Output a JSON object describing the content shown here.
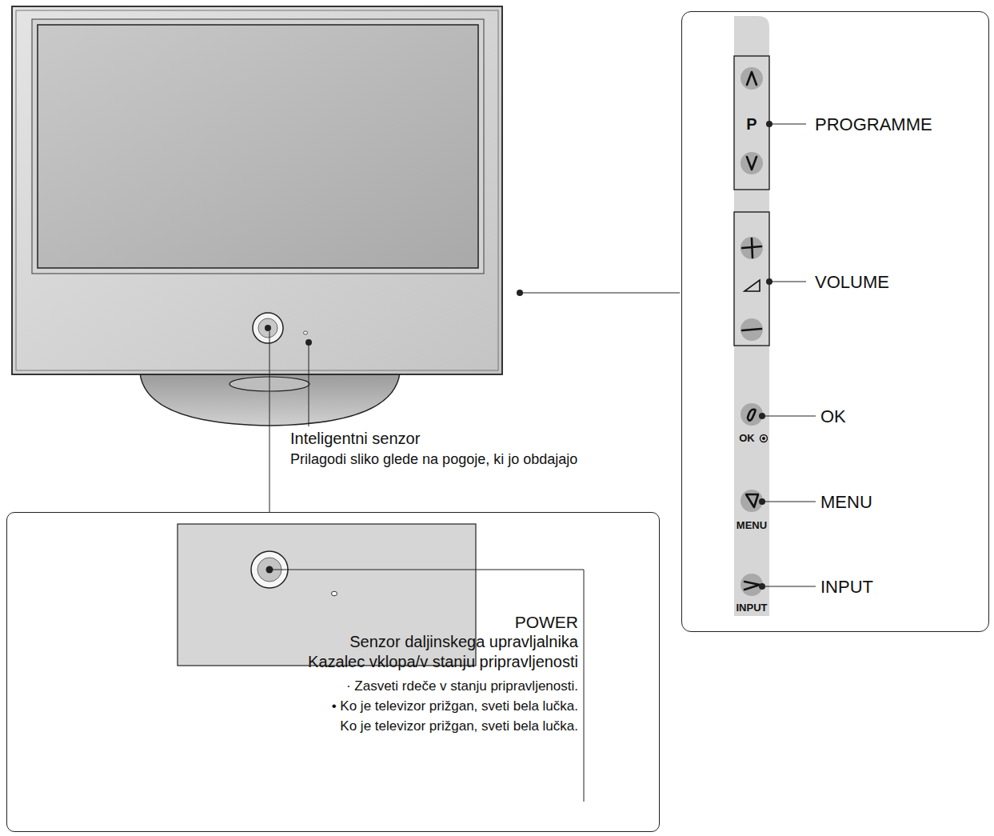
{
  "diagram": {
    "nodes": [
      {
        "text": [
          "PROGRAMME",
          "VOLUME",
          "OK",
          "MENU",
          "INPUT"
        ]
      },
      {
        "text": [
          "POWER",
          "Senzor daljinskega upravljalnika",
          "Kazalec vklopa/v stanju pripravljenosti",
          "· Zasveti rdeče v stanju pripravljenosti.",
          "• Ko je televizor prižgan, sveti bela lučka.",
          "Ko je televizor prižgan, sveti bela lučka."
        ]
      }
    ],
    "labels": [
      "Inteligentni senzor",
      "Prilagodi sliko glede na pogoje, ki jo obdajajo",
      "P",
      "OK",
      "MENU",
      "INPUT"
    ]
  }
}
